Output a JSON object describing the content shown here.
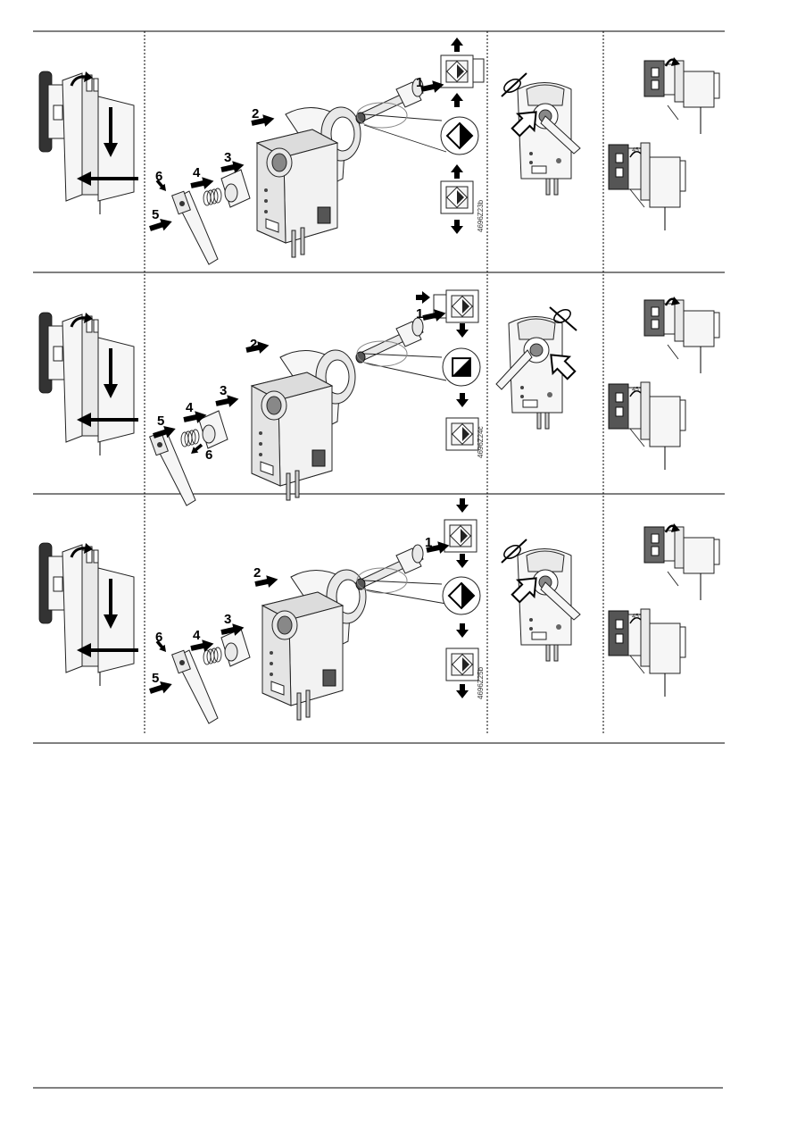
{
  "rows": [
    {
      "step_numbers": [
        "1",
        "2",
        "3",
        "4",
        "5",
        "6"
      ],
      "figure_code": "4696Z23b",
      "angle_label": "45°"
    },
    {
      "step_numbers": [
        "1",
        "2",
        "3",
        "4",
        "5",
        "6"
      ],
      "figure_code": "4696Z24c",
      "angle_label": "45°"
    },
    {
      "step_numbers": [
        "1",
        "2",
        "3",
        "4",
        "5",
        "6"
      ],
      "figure_code": "4696Z25b",
      "angle_label": "45°"
    }
  ]
}
